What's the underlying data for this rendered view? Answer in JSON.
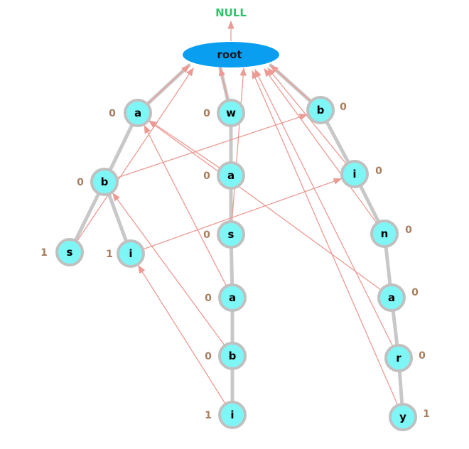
{
  "null_label": "NULL",
  "root_label": "root",
  "colors": {
    "node_fill": "#7ff6f6",
    "node_stroke": "#c0c0c0",
    "root_fill": "#0a9ef0",
    "fail_link": "#ec9a94",
    "count_text": "#a97d5f",
    "null_text": "#2fc36b"
  },
  "nodes": [
    {
      "id": "a1",
      "char": "a",
      "count": "0"
    },
    {
      "id": "b1",
      "char": "b",
      "count": "0"
    },
    {
      "id": "s1",
      "char": "s",
      "count": "1"
    },
    {
      "id": "i1",
      "char": "i",
      "count": "1"
    },
    {
      "id": "w",
      "char": "w",
      "count": "0"
    },
    {
      "id": "a2",
      "char": "a",
      "count": "0"
    },
    {
      "id": "s2",
      "char": "s",
      "count": "0"
    },
    {
      "id": "a3",
      "char": "a",
      "count": "0"
    },
    {
      "id": "b2",
      "char": "b",
      "count": "0"
    },
    {
      "id": "i2",
      "char": "i",
      "count": "1"
    },
    {
      "id": "b3",
      "char": "b",
      "count": "0"
    },
    {
      "id": "i3",
      "char": "i",
      "count": "0"
    },
    {
      "id": "n",
      "char": "n",
      "count": "0"
    },
    {
      "id": "a4",
      "char": "a",
      "count": "0"
    },
    {
      "id": "r",
      "char": "r",
      "count": "0"
    },
    {
      "id": "y",
      "char": "y",
      "count": "1"
    }
  ],
  "tree_edges": [
    [
      "root",
      "a1"
    ],
    [
      "a1",
      "b1"
    ],
    [
      "b1",
      "s1"
    ],
    [
      "b1",
      "i1"
    ],
    [
      "root",
      "w"
    ],
    [
      "w",
      "a2"
    ],
    [
      "a2",
      "s2"
    ],
    [
      "s2",
      "a3"
    ],
    [
      "a3",
      "b2"
    ],
    [
      "b2",
      "i2"
    ],
    [
      "root",
      "b3"
    ],
    [
      "b3",
      "i3"
    ],
    [
      "i3",
      "n"
    ],
    [
      "n",
      "a4"
    ],
    [
      "a4",
      "r"
    ],
    [
      "r",
      "y"
    ]
  ],
  "fail_links": [
    [
      "root",
      "null"
    ],
    [
      "a1",
      "root"
    ],
    [
      "b1",
      "b3"
    ],
    [
      "s1",
      "root"
    ],
    [
      "i1",
      "i3"
    ],
    [
      "w",
      "root"
    ],
    [
      "a2",
      "a1"
    ],
    [
      "s2",
      "root"
    ],
    [
      "a3",
      "a1"
    ],
    [
      "b2",
      "b1"
    ],
    [
      "i2",
      "i1"
    ],
    [
      "b3",
      "root"
    ],
    [
      "i3",
      "root"
    ],
    [
      "n",
      "root"
    ],
    [
      "a4",
      "a1"
    ],
    [
      "r",
      "root"
    ],
    [
      "y",
      "root"
    ]
  ]
}
